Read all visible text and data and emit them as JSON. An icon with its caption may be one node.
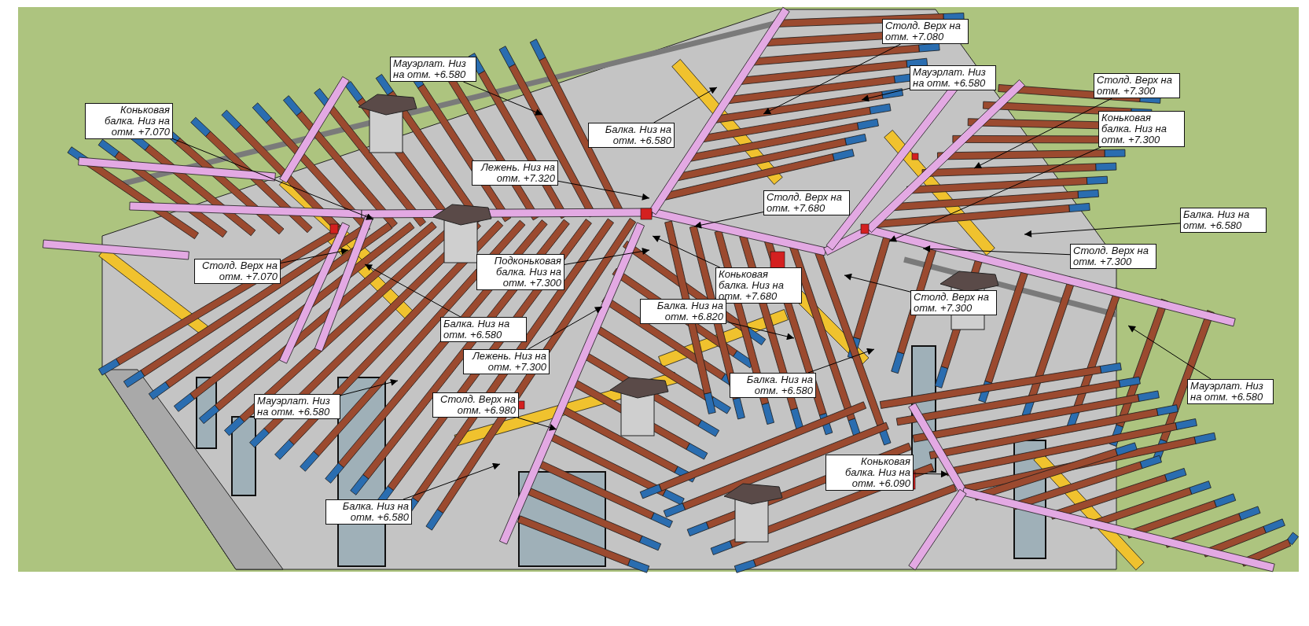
{
  "diagram": {
    "nodes": [
      {
        "text": [
          "Столд. Верх на отм. +7.080"
        ]
      },
      {
        "text": [
          "Мауэрлат. Низ на отм. +6.580"
        ]
      },
      {
        "text": [
          "Мауэрлат. Низ на отм. +6.580"
        ]
      },
      {
        "text": [
          "Столд. Верх на отм. +7.300"
        ]
      },
      {
        "text": [
          "Коньковая балка. Низ на отм. +7.070"
        ]
      },
      {
        "text": [
          "Коньковая балка. Низ на отм. +7.300"
        ]
      },
      {
        "text": [
          "Балка. Низ на отм. +6.580"
        ]
      },
      {
        "text": [
          "Лежень. Низ на отм. +7.320"
        ]
      },
      {
        "text": [
          "Столд. Верх на отм. +7.680"
        ]
      },
      {
        "text": [
          "Балка. Низ на отм. +6.580"
        ]
      },
      {
        "text": [
          "Столд. Верх на отм. +7.300"
        ]
      },
      {
        "text": [
          "Подконьковая балка. Низ на отм. +7.300"
        ]
      },
      {
        "text": [
          "Столд. Верх на отм. +7.070"
        ]
      },
      {
        "text": [
          "Коньковая балка. Низ на отм. +7.680"
        ]
      },
      {
        "text": [
          "Столд. Верх на отм. +7.300"
        ]
      },
      {
        "text": [
          "Балка. Низ на отм. +6.820"
        ]
      },
      {
        "text": [
          "Балка. Низ на отм. +6.580"
        ]
      },
      {
        "text": [
          "Лежень. Низ на отм. +7.300"
        ]
      },
      {
        "text": [
          "Балка. Низ на отм. +6.580"
        ]
      },
      {
        "text": [
          "Мауэрлат. Низ на отм. +6.580"
        ]
      },
      {
        "text": [
          "Мауэрлат. Низ на отм. +6.580"
        ]
      },
      {
        "text": [
          "Столд. Верх на отм. +6.980"
        ]
      },
      {
        "text": [
          "Коньковая балка. Низ на отм. +6.090"
        ]
      },
      {
        "text": [
          "Балка. Низ на отм. +6.580"
        ]
      }
    ],
    "edges": [
      {
        "from": 0,
        "to": null,
        "arrow": "to"
      },
      {
        "from": 1,
        "to": null,
        "arrow": "to"
      },
      {
        "from": 2,
        "to": null,
        "arrow": "to"
      },
      {
        "from": 3,
        "to": null,
        "arrow": "to"
      },
      {
        "from": 4,
        "to": null,
        "arrow": "to"
      },
      {
        "from": 5,
        "to": null,
        "arrow": "to"
      },
      {
        "from": 6,
        "to": null,
        "arrow": "to"
      },
      {
        "from": 7,
        "to": null,
        "arrow": "to"
      },
      {
        "from": 8,
        "to": null,
        "arrow": "to"
      },
      {
        "from": 9,
        "to": null,
        "arrow": "to"
      },
      {
        "from": 10,
        "to": null,
        "arrow": "to"
      },
      {
        "from": 11,
        "to": null,
        "arrow": "to"
      },
      {
        "from": 12,
        "to": null,
        "arrow": "to"
      },
      {
        "from": 13,
        "to": null,
        "arrow": "to"
      },
      {
        "from": 14,
        "to": null,
        "arrow": "to"
      },
      {
        "from": 15,
        "to": null,
        "arrow": "to"
      },
      {
        "from": 16,
        "to": null,
        "arrow": "to"
      },
      {
        "from": 17,
        "to": null,
        "arrow": "to"
      },
      {
        "from": 18,
        "to": null,
        "arrow": "to"
      },
      {
        "from": 19,
        "to": null,
        "arrow": "to"
      },
      {
        "from": 20,
        "to": null,
        "arrow": "to"
      },
      {
        "from": 21,
        "to": null,
        "arrow": "to"
      },
      {
        "from": 22,
        "to": null,
        "arrow": "to"
      },
      {
        "from": 23,
        "to": null,
        "arrow": "to"
      }
    ]
  }
}
